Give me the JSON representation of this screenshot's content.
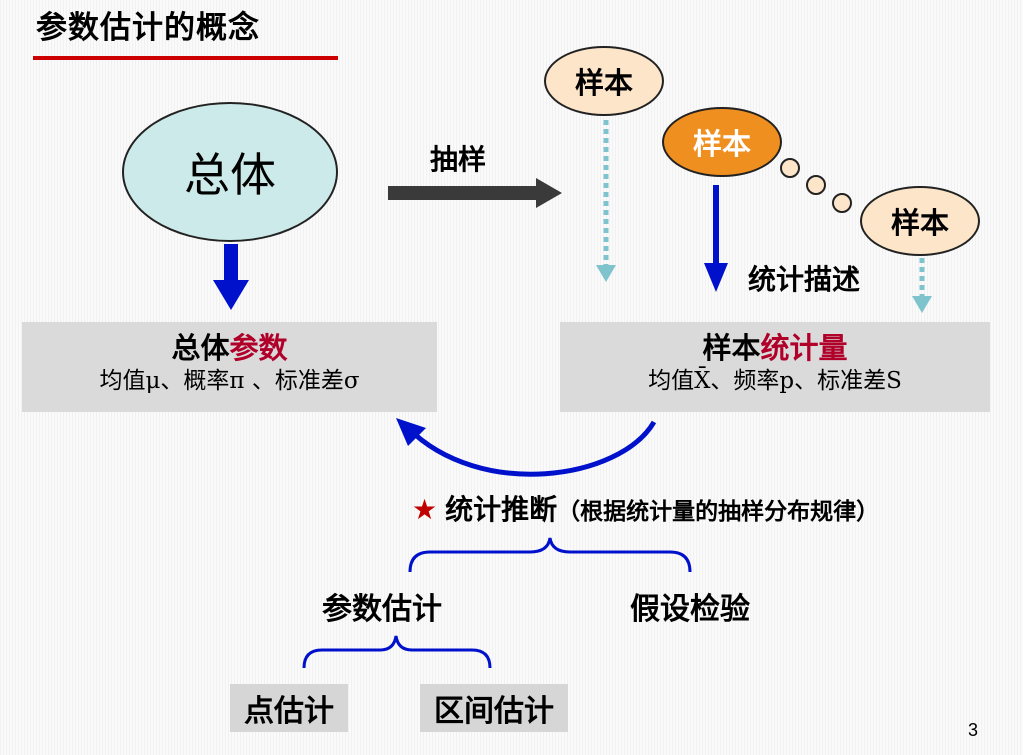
{
  "title": "参数估计的概念",
  "population": "总体",
  "sampling_label": "抽样",
  "samples": [
    "样本",
    "样本",
    "样本"
  ],
  "stat_describe_label": "统计描述",
  "param_box": {
    "prefix": "总体",
    "highlight": "参数",
    "detail": "均值μ、概率π 、标准差σ"
  },
  "stat_box": {
    "prefix": "样本",
    "highlight": "统计量",
    "detail": "均值X̄、频率p、标准差S"
  },
  "inference": {
    "star": "★",
    "main": "统计推断",
    "sub": "（根据统计量的抽样分布规律）"
  },
  "branches": {
    "param_estimation": "参数估计",
    "hypothesis_test": "假设检验",
    "point_estimation": "点估计",
    "interval_estimation": "区间估计"
  },
  "page_number": "3",
  "colors": {
    "title_underline": "#cc0000",
    "arrow_blue": "#0011cc",
    "dotted_arrow": "#7fc4cc",
    "highlight_red": "#b0002a",
    "star_red": "#c00000",
    "population_fill": "#cdeaea",
    "sample_fill": "#fde5c9",
    "sample_active_fill": "#ef8f1f"
  }
}
